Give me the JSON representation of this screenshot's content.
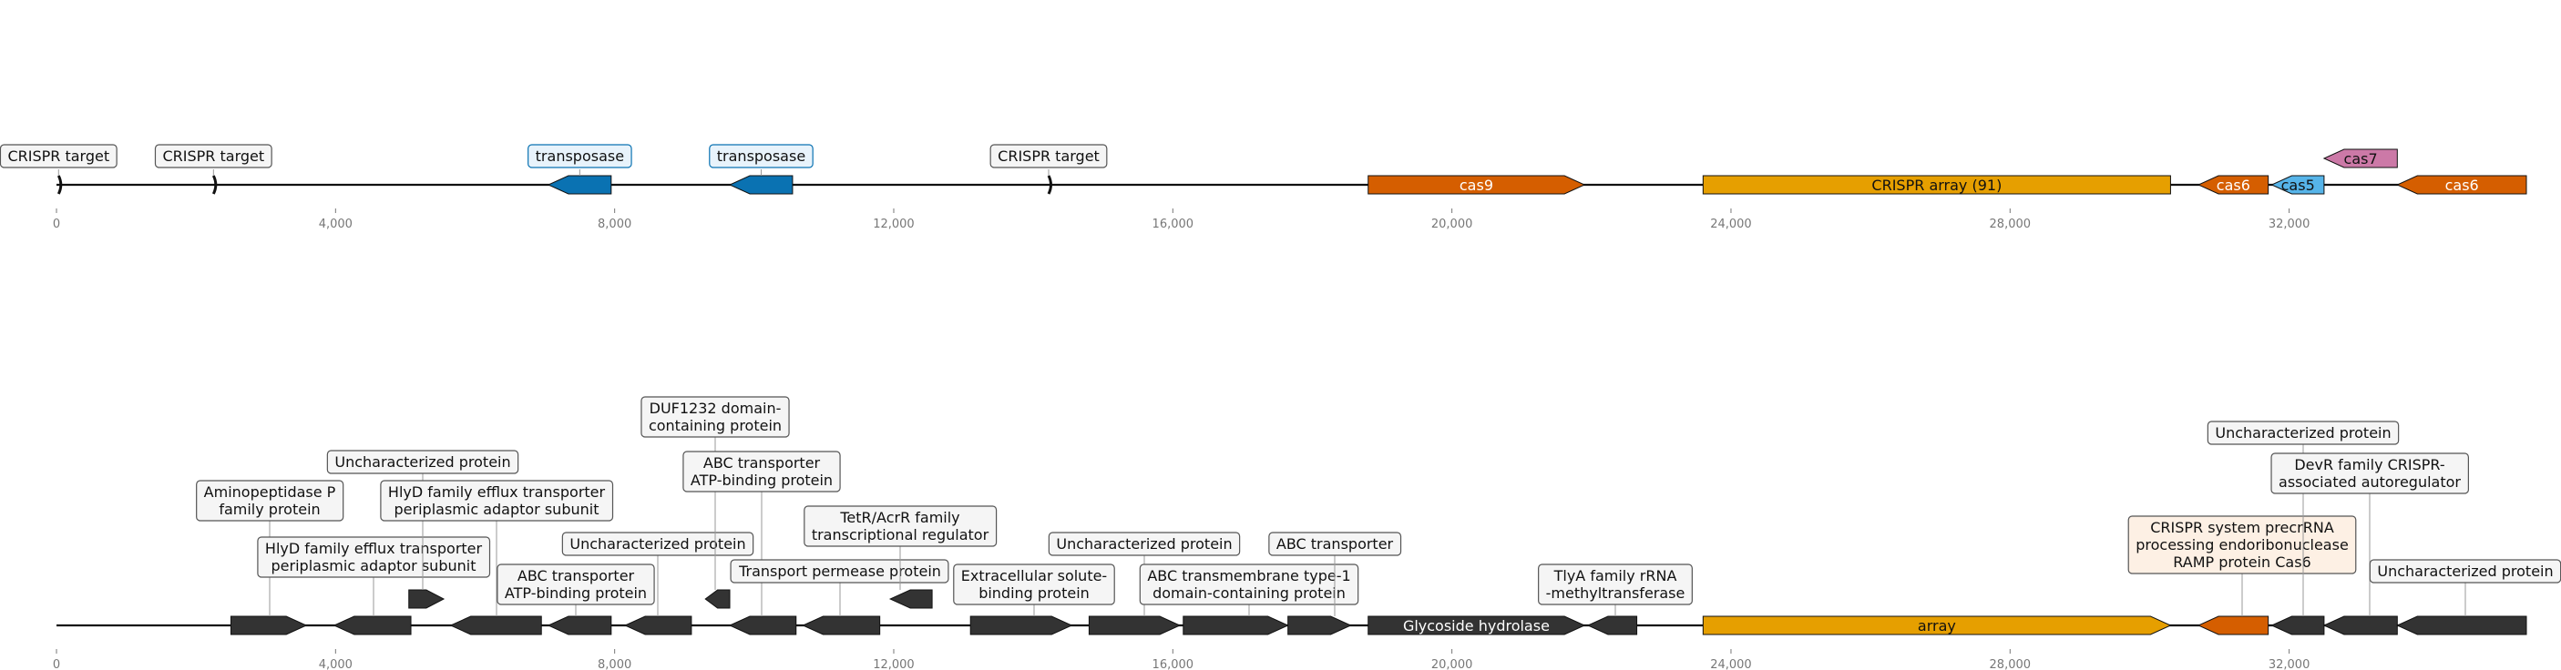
{
  "axis": {
    "min": 0,
    "max": 35400,
    "ticks": [
      0,
      4000,
      8000,
      12000,
      16000,
      20000,
      24000,
      28000,
      32000
    ],
    "tick_labels": [
      "0",
      "4,000",
      "8,000",
      "12,000",
      "16,000",
      "20,000",
      "24,000",
      "28,000",
      "32,000"
    ]
  },
  "top_track": {
    "features": [
      {
        "label": "CRISPR target",
        "start": 0,
        "end": 60,
        "strand": 0,
        "color": "#111111",
        "kind": "marker"
      },
      {
        "label": "CRISPR target",
        "start": 2220,
        "end": 2280,
        "strand": 0,
        "color": "#111111",
        "kind": "marker"
      },
      {
        "label": "transposase",
        "start": 7050,
        "end": 7950,
        "strand": -1,
        "color": "#0a72b2",
        "kind": "gene"
      },
      {
        "label": "transposase",
        "start": 9650,
        "end": 10550,
        "strand": -1,
        "color": "#0a72b2",
        "kind": "gene"
      },
      {
        "label": "CRISPR target",
        "start": 14190,
        "end": 14250,
        "strand": 0,
        "color": "#111111",
        "kind": "marker"
      },
      {
        "label": "cas9",
        "start": 18800,
        "end": 21900,
        "strand": 1,
        "color": "#d55e00",
        "kind": "gene"
      },
      {
        "label": "CRISPR array (91)",
        "start": 23600,
        "end": 30300,
        "strand": 0,
        "color": "#e69f00",
        "kind": "gene"
      },
      {
        "label": "cas6",
        "start": 30700,
        "end": 31700,
        "strand": -1,
        "color": "#d55e00",
        "kind": "gene"
      },
      {
        "label": "cas5",
        "start": 31750,
        "end": 32500,
        "strand": -1,
        "color": "#56b4e9",
        "kind": "gene"
      },
      {
        "label": "cas7",
        "start": 32500,
        "end": 33550,
        "strand": -1,
        "color": "#cc79a7",
        "kind": "gene"
      },
      {
        "label": "cas6",
        "start": 33550,
        "end": 35400,
        "strand": -1,
        "color": "#d55e00",
        "kind": "gene"
      }
    ]
  },
  "bottom_track": {
    "features": [
      {
        "label": "Aminopeptidase P\nfamily protein",
        "start": 2500,
        "end": 3580,
        "strand": 1,
        "color": "#333333"
      },
      {
        "label": "HlyD family efflux transporter\nperiplasmic adaptor subunit",
        "start": 3980,
        "end": 5080,
        "strand": -1,
        "color": "#333333"
      },
      {
        "label": "Uncharacterized protein",
        "start": 5050,
        "end": 5550,
        "strand": 1,
        "color": "#333333"
      },
      {
        "label": "HlyD family efflux transporter\nperiplasmic adaptor subunit",
        "start": 5650,
        "end": 6950,
        "strand": -1,
        "color": "#333333"
      },
      {
        "label": "ABC transporter\nATP-binding protein",
        "start": 7050,
        "end": 7950,
        "strand": -1,
        "color": "#333333"
      },
      {
        "label": "Uncharacterized protein",
        "start": 8150,
        "end": 9100,
        "strand": -1,
        "color": "#333333"
      },
      {
        "label": "DUF1232 domain-\ncontaining protein",
        "start": 9300,
        "end": 9650,
        "strand": -1,
        "color": "#333333"
      },
      {
        "label": "ABC transporter\nATP-binding protein",
        "start": 9650,
        "end": 10600,
        "strand": -1,
        "color": "#333333"
      },
      {
        "label": "Transport permease protein",
        "start": 10700,
        "end": 11800,
        "strand": -1,
        "color": "#333333"
      },
      {
        "label": "TetR/AcrR family\ntranscriptional regulator",
        "start": 11950,
        "end": 12550,
        "strand": -1,
        "color": "#333333"
      },
      {
        "label": "Extracellular solute-\nbinding protein",
        "start": 13100,
        "end": 14550,
        "strand": 1,
        "color": "#333333"
      },
      {
        "label": "Uncharacterized protein",
        "start": 14800,
        "end": 16100,
        "strand": 1,
        "color": "#333333"
      },
      {
        "label": "ABC transmembrane type-1\ndomain-containing protein",
        "start": 16150,
        "end": 17650,
        "strand": 1,
        "color": "#333333"
      },
      {
        "label": "ABC transporter",
        "start": 17650,
        "end": 18550,
        "strand": 1,
        "color": "#333333"
      },
      {
        "label": "Glycoside hydrolase",
        "start": 18800,
        "end": 21900,
        "strand": 1,
        "color": "#333333"
      },
      {
        "label": "TlyA family rRNA\n-methyltransferase",
        "start": 21950,
        "end": 22650,
        "strand": -1,
        "color": "#333333"
      },
      {
        "label": "array",
        "start": 23600,
        "end": 30300,
        "strand": 1,
        "color": "#e69f00"
      },
      {
        "label": "CRISPR system precrRNA\nprocessing endoribonuclease\nRAMP protein Cas6",
        "start": 30700,
        "end": 31700,
        "strand": -1,
        "color": "#d55e00"
      },
      {
        "label": "Uncharacterized protein",
        "start": 31750,
        "end": 32500,
        "strand": -1,
        "color": "#333333"
      },
      {
        "label": "DevR family CRISPR-\nassociated autoregulator",
        "start": 32500,
        "end": 33550,
        "strand": -1,
        "color": "#333333"
      },
      {
        "label": "Uncharacterized protein",
        "start": 33550,
        "end": 35400,
        "strand": -1,
        "color": "#333333"
      }
    ]
  }
}
